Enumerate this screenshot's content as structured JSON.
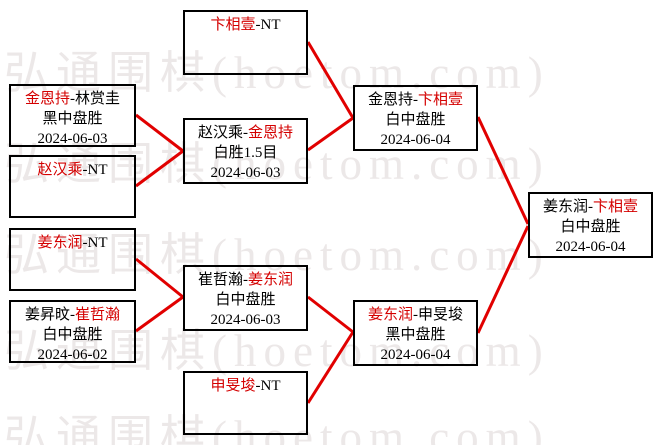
{
  "watermark": {
    "text": "弘通围棋(hoetom.com)",
    "color": "#ece8e8"
  },
  "colors": {
    "winner_name": "#d40000",
    "loser_name": "#000000",
    "connector_line": "#e10000",
    "box_border": "#000000",
    "background": "#ffffff"
  },
  "matches": [
    {
      "pre": "",
      "winner": "卞相壹",
      "post": "-NT",
      "result": "",
      "date": ""
    },
    {
      "pre": "",
      "winner": "金恩持",
      "post": "-林赏圭",
      "result": "黑中盘胜",
      "date": "2024-06-03"
    },
    {
      "pre": "",
      "winner": "赵汉乘",
      "post": "-NT",
      "result": "",
      "date": ""
    },
    {
      "pre": "",
      "winner": "姜东润",
      "post": "-NT",
      "result": "",
      "date": ""
    },
    {
      "pre": "姜昇旼-",
      "winner": "崔哲瀚",
      "post": "",
      "result": "白中盘胜",
      "date": "2024-06-02"
    },
    {
      "pre": "赵汉乘-",
      "winner": "金恩持",
      "post": "",
      "result": "白胜1.5目",
      "date": "2024-06-03"
    },
    {
      "pre": "崔哲瀚-",
      "winner": "姜东润",
      "post": "",
      "result": "白中盘胜",
      "date": "2024-06-03"
    },
    {
      "pre": "",
      "winner": "申旻埈",
      "post": "-NT",
      "result": "",
      "date": ""
    },
    {
      "pre": "金恩持-",
      "winner": "卞相壹",
      "post": "",
      "result": "白中盘胜",
      "date": "2024-06-04"
    },
    {
      "pre": "",
      "winner": "姜东润",
      "post": "-申旻埈",
      "result": "黑中盘胜",
      "date": "2024-06-04"
    },
    {
      "pre": "姜东润-",
      "winner": "卞相壹",
      "post": "",
      "result": "白中盘胜",
      "date": "2024-06-04"
    }
  ]
}
